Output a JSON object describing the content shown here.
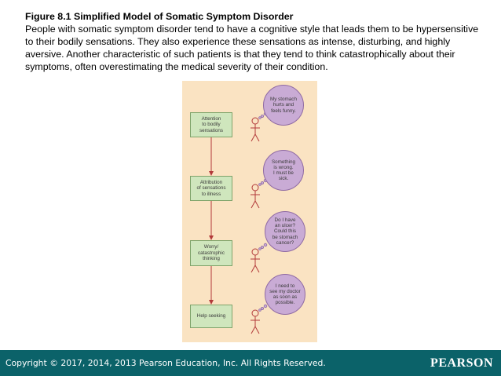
{
  "caption": {
    "title": "Figure 8.1   Simplified Model of Somatic Symptom Disorder",
    "text": "People with somatic symptom disorder tend to have a cognitive style that leads them to be hypersensitive to their bodily sensations. They also experience these sensations as intense, disturbing, and highly aversive. Another characteristic of such patients is that they tend to think catastrophically about their symptoms, often overestimating the medical severity of their condition."
  },
  "diagram": {
    "steps": [
      "Attention\nto bodily\nsensations",
      "Attribution\nof sensations\nto illness",
      "Worry/\ncatastrophic\nthinking",
      "Help seeking"
    ],
    "thoughts": [
      "My stomach\nhurts and\nfeels funny.",
      "Something\nis wrong.\nI must be\nsick.",
      "Do I have\nan ulcer?\nCould this\nbe stomach\ncancer?",
      "I need to\nsee my doctor\nas soon as\npossible."
    ],
    "colors": {
      "background": "#fae3c2",
      "box": "#cfe6bd",
      "bubble": "#c9abd5",
      "arrow": "#b23a3a",
      "figure": "#b23a3a"
    }
  },
  "footer": {
    "copyright": "Copyright © 2017, 2014, 2013 Pearson Education, Inc. All Rights Reserved.",
    "logo": "PEARSON"
  }
}
